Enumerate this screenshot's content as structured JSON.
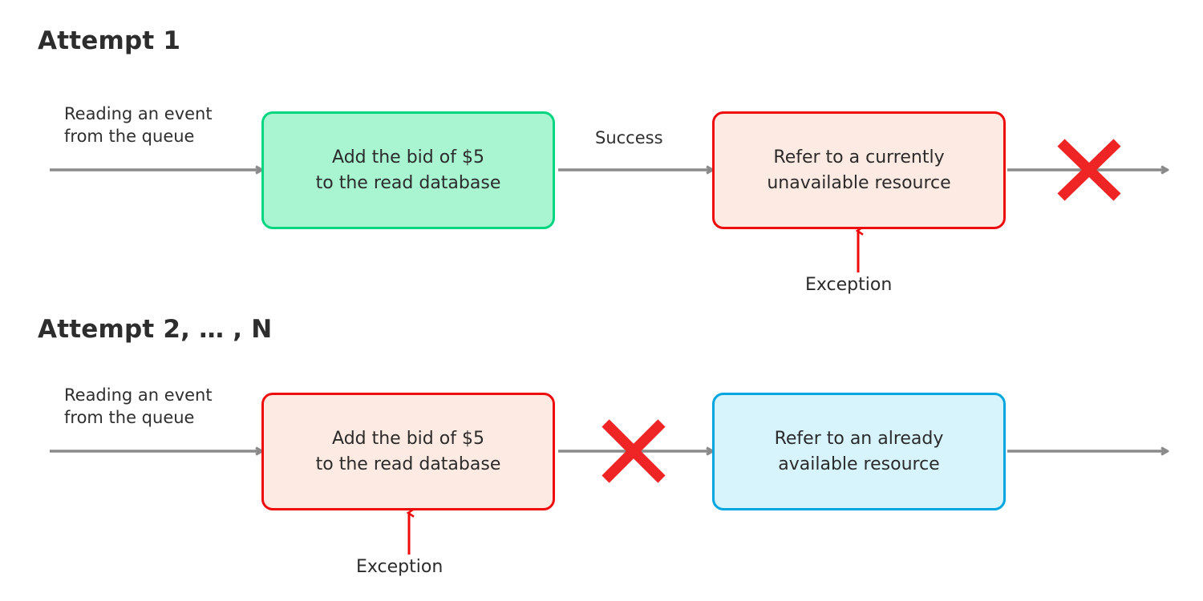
{
  "diagram": {
    "colors": {
      "background": "#ffffff",
      "arrow_gray": "#8a8a8a",
      "error_red": "#ef2424",
      "exception_red": "#ee0b0b",
      "green_border": "#00d680",
      "green_fill": "#a9f5d2",
      "red_border": "#ef0c0c",
      "red_fill": "#fdeae2",
      "blue_border": "#00a6df",
      "blue_fill": "#d7f3fc",
      "text": "#2b2b2b"
    },
    "sections": [
      {
        "id": "attempt-1",
        "title": "Attempt 1",
        "input_label": "Reading an event\nfrom the queue",
        "nodes": [
          {
            "id": "add-bid-green",
            "label": "Add the bid of $5\nto the read database",
            "style": "green",
            "status": "success"
          },
          {
            "id": "refer-unavailable-red",
            "label": "Refer to a currently\nunavailable resource",
            "style": "red",
            "status": "exception"
          }
        ],
        "transition_label": "Success",
        "exception_label": "Exception",
        "exception_target": "refer-unavailable-red",
        "failure_marker": "x-mark",
        "failure_marker_after": "refer-unavailable-red"
      },
      {
        "id": "attempt-n",
        "title": "Attempt 2, … , N",
        "input_label": "Reading an event\nfrom the queue",
        "nodes": [
          {
            "id": "add-bid-red",
            "label": "Add the bid of $5\nto the read database",
            "style": "red",
            "status": "exception"
          },
          {
            "id": "refer-available-blue",
            "label": "Refer to an already\navailable resource",
            "style": "blue",
            "status": "ok"
          }
        ],
        "transition_label": "",
        "exception_label": "Exception",
        "exception_target": "add-bid-red",
        "failure_marker": "x-mark",
        "failure_marker_after": "add-bid-red"
      }
    ]
  }
}
